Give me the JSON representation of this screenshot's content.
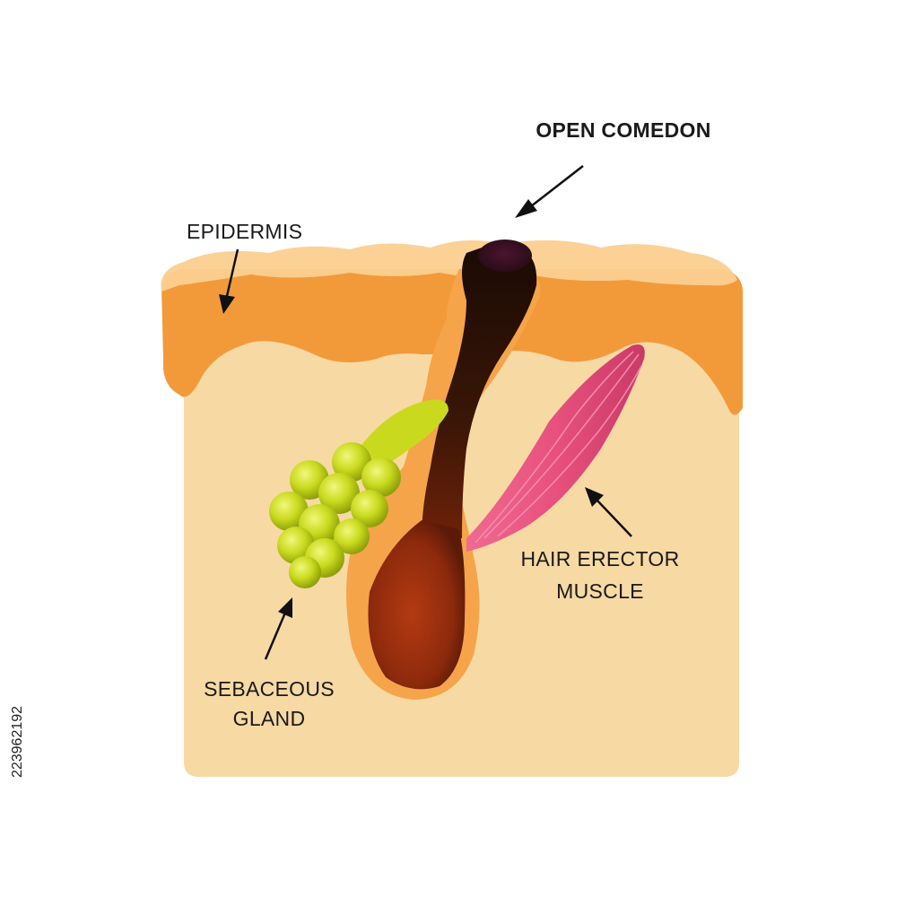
{
  "labels": {
    "open_comedon": "OPEN COMEDON",
    "epidermis": "EPIDERMIS",
    "sebaceous_gland_line1": "SEBACEOUS",
    "sebaceous_gland_line2": "GLAND",
    "hair_erector_line1": "HAIR ERECTOR",
    "hair_erector_line2": "MUSCLE"
  },
  "stock_id": "223962192",
  "colors": {
    "dermis": "#f7d9a4",
    "epidermis": "#f29a3a",
    "skin_surface": "#fbcf90",
    "follicle_sheath": "#f5a44a",
    "hair_shaft": "#2b1208",
    "hair_bulb": "#9a2c0c",
    "comedon_plug": "#3a0f22",
    "sebaceous_gland": "#c9da1e",
    "erector_muscle": "#e8507e",
    "arrow": "#111111"
  }
}
